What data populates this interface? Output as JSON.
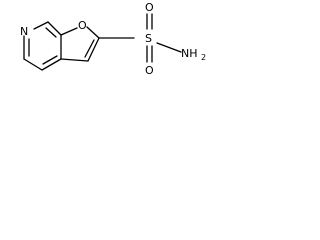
{
  "molecule": {
    "atoms": {
      "ring_nitrogen": "N",
      "furan_oxygen": "O",
      "sulfur": "S",
      "sulfonyl_oxygen_top": "O",
      "sulfonyl_oxygen_bottom": "O",
      "amine_n": "NH",
      "amine_subscript": "2"
    }
  },
  "colors": {
    "bond": "#000000",
    "text": "#000000",
    "background": "#ffffff"
  }
}
